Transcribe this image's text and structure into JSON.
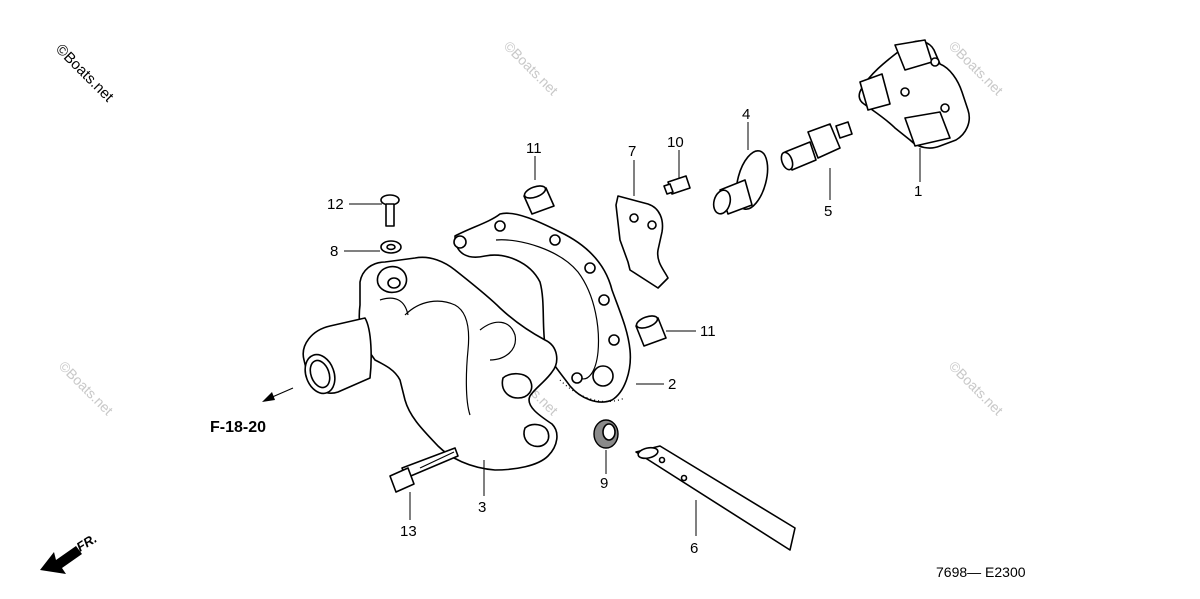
{
  "watermark": {
    "main": "©Boats.net",
    "repeat": "©Boats.net"
  },
  "diagram_code": "7698— E2300",
  "reference": "F-18-20",
  "direction_label": "FR.",
  "callouts": [
    "1",
    "2",
    "3",
    "4",
    "5",
    "6",
    "7",
    "8",
    "9",
    "10",
    "11",
    "11",
    "12",
    "13"
  ]
}
